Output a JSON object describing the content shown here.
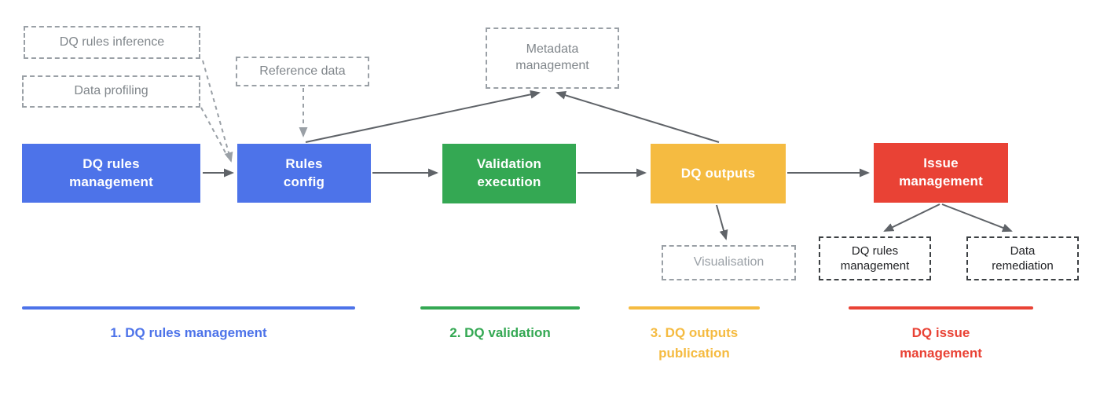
{
  "diagram": {
    "description_colors": {
      "blue": "#4D73E9",
      "green": "#34A853",
      "yellow": "#F5BB41",
      "red": "#E94235",
      "solid_connector": "#5F6368",
      "dashed_connector": "#9AA0A6",
      "dark_dashed_border": "#3C4043"
    },
    "nodes": {
      "dq_rules_inference": {
        "label": "DQ rules inference"
      },
      "data_profiling": {
        "label": "Data profiling"
      },
      "reference_data": {
        "label": "Reference data"
      },
      "metadata_management": {
        "label": "Metadata\nmanagement"
      },
      "dq_rules_management": {
        "label": "DQ rules\nmanagement",
        "color": "#4D73E9"
      },
      "rules_config": {
        "label": "Rules\nconfig",
        "color": "#4D73E9"
      },
      "validation_execution": {
        "label": "Validation\nexecution",
        "color": "#34A853"
      },
      "dq_outputs": {
        "label": "DQ outputs",
        "color": "#F5BB41"
      },
      "issue_management": {
        "label": "Issue\nmanagement",
        "color": "#E94235"
      },
      "visualisation": {
        "label": "Visualisation"
      },
      "dq_rules_management_sub": {
        "label": "DQ rules\nmanagement"
      },
      "data_remediation": {
        "label": "Data\nremediation"
      }
    },
    "stages": [
      {
        "label": "1. DQ rules management",
        "color": "#4D73E9"
      },
      {
        "label": "2. DQ validation",
        "color": "#34A853"
      },
      {
        "label": "3. DQ outputs\npublication",
        "color": "#F5BB41"
      },
      {
        "label": "DQ issue\nmanagement",
        "color": "#E94235"
      }
    ]
  }
}
